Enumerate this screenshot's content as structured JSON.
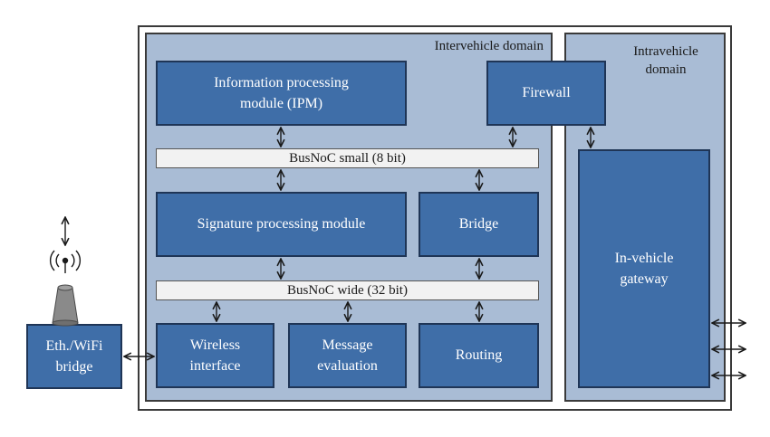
{
  "domains": {
    "inter": "Intervehicle domain",
    "intra": "Intravehicle\ndomain"
  },
  "modules": {
    "ipm": "Information processing\nmodule (IPM)",
    "firewall": "Firewall",
    "signature": "Signature processing module",
    "bridge": "Bridge",
    "wireless": "Wireless\ninterface",
    "message": "Message\nevaluation",
    "routing": "Routing",
    "gateway": "In-vehicle\ngateway",
    "eth_wifi": "Eth./WiFi\nbridge"
  },
  "buses": {
    "small": "BusNoC small (8 bit)",
    "wide": "BusNoC wide (32 bit)"
  },
  "colors": {
    "module_fill": "#3f6ea8",
    "domain_fill": "#a9bcd5",
    "bus_fill": "#f2f2f2"
  },
  "icons": [
    "bidirectional-arrow-icon",
    "antenna-icon",
    "wireless-signal-icon"
  ]
}
